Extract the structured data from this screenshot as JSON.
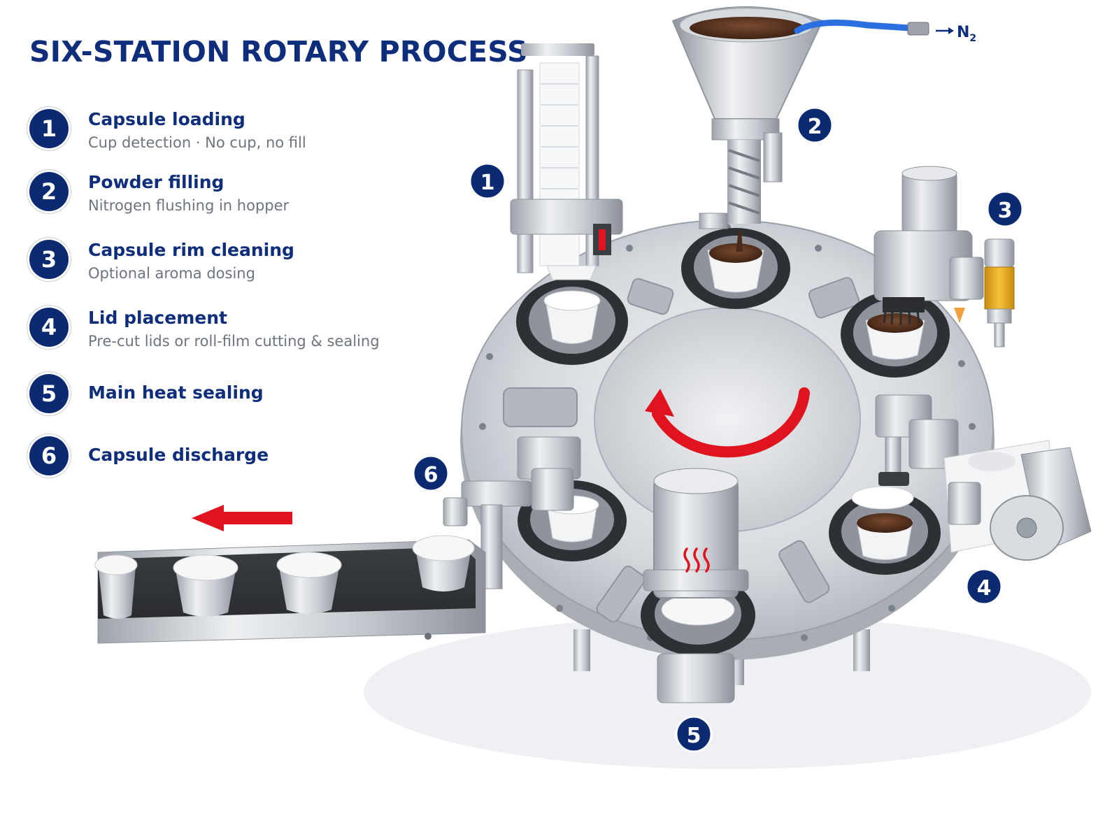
{
  "title": "SIX-STATION ROTARY PROCESS",
  "steps": [
    {
      "num": "1",
      "title": "Capsule loading",
      "subtitle": "Cup detection · No cup, no fill"
    },
    {
      "num": "2",
      "title": "Powder filling",
      "subtitle": "Nitrogen flushing in hopper"
    },
    {
      "num": "3",
      "title": "Capsule rim cleaning",
      "subtitle": "Optional aroma dosing"
    },
    {
      "num": "4",
      "title": "Lid placement",
      "subtitle": "Pre-cut lids or roll-film cutting & sealing"
    },
    {
      "num": "5",
      "title": "Main heat sealing",
      "subtitle": ""
    },
    {
      "num": "6",
      "title": "Capsule discharge",
      "subtitle": ""
    }
  ],
  "nitrogen_label": "N",
  "nitrogen_sub": "2",
  "callouts": [
    "1",
    "2",
    "3",
    "4",
    "5",
    "6"
  ],
  "colors": {
    "navy": "#0c2a72",
    "title_blue": "#0e2d7a",
    "arrow_red": "#e0141e",
    "steel": "#c7cbd1",
    "coffee": "#5a3220",
    "hose_blue": "#2b6fe0"
  },
  "icons": [
    "rotation-arrow-icon",
    "heat-icon",
    "discharge-arrow-icon",
    "nitrogen-arrow-icon"
  ]
}
